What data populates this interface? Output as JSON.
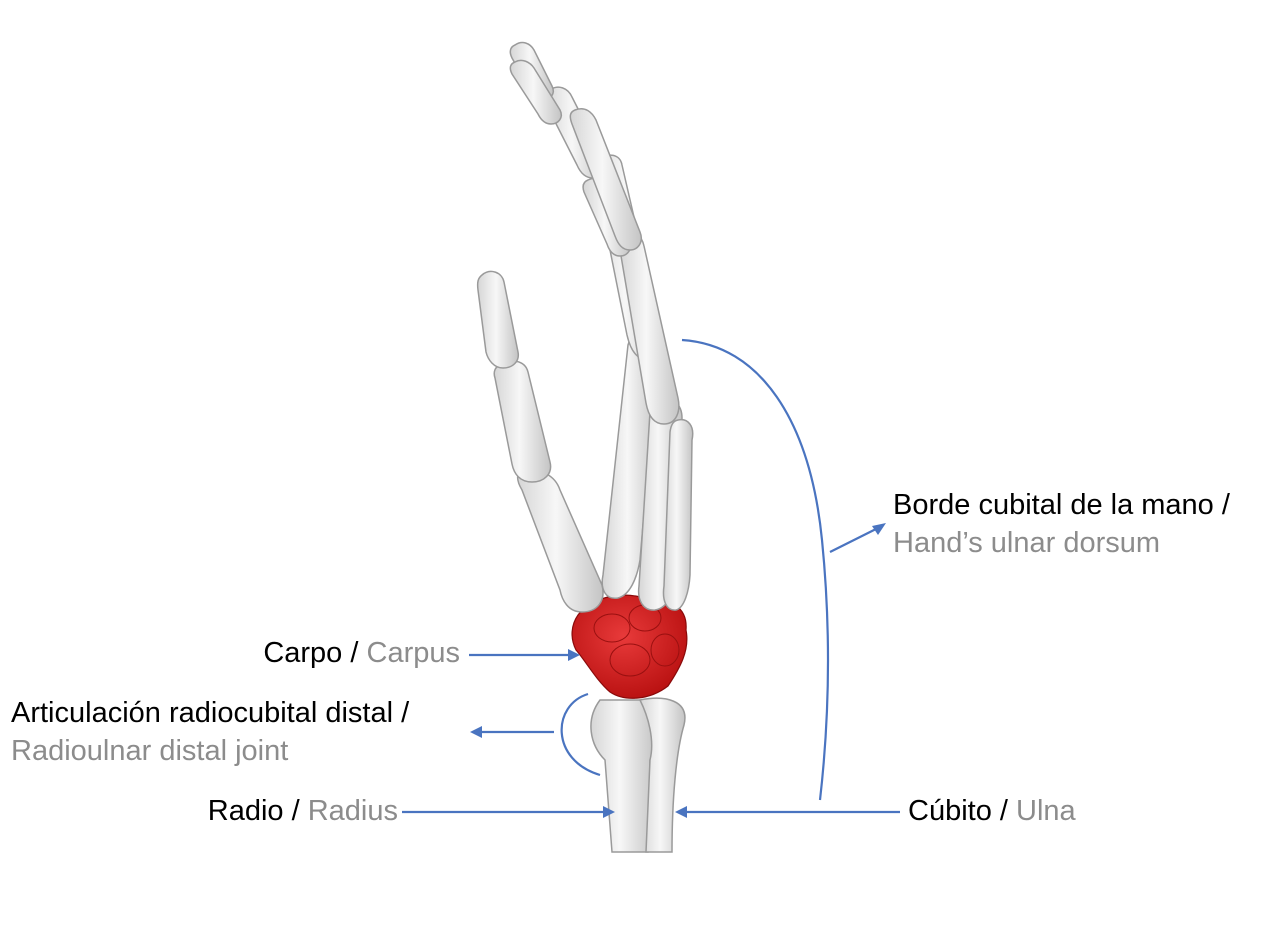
{
  "colors": {
    "arrow": "#4a74c0",
    "bone_fill": "#ececec",
    "bone_stroke": "#9a9a9a",
    "carpus_fill": "#d81414",
    "label_primary": "#000000",
    "label_secondary": "#8c8c8c"
  },
  "labels": {
    "carpus": {
      "es": "Carpo",
      "sep": " / ",
      "en": "Carpus"
    },
    "druj": {
      "es": "Articulación radiocubital distal /",
      "en": "Radioulnar distal joint"
    },
    "radius": {
      "es": "Radio",
      "sep": " / ",
      "en": "Radius"
    },
    "ulna": {
      "es": "Cúbito",
      "sep": " / ",
      "en": "Ulna"
    },
    "ulnar_border": {
      "es": "Borde cubital de la mano /",
      "en": "Hand’s ulnar dorsum"
    }
  }
}
